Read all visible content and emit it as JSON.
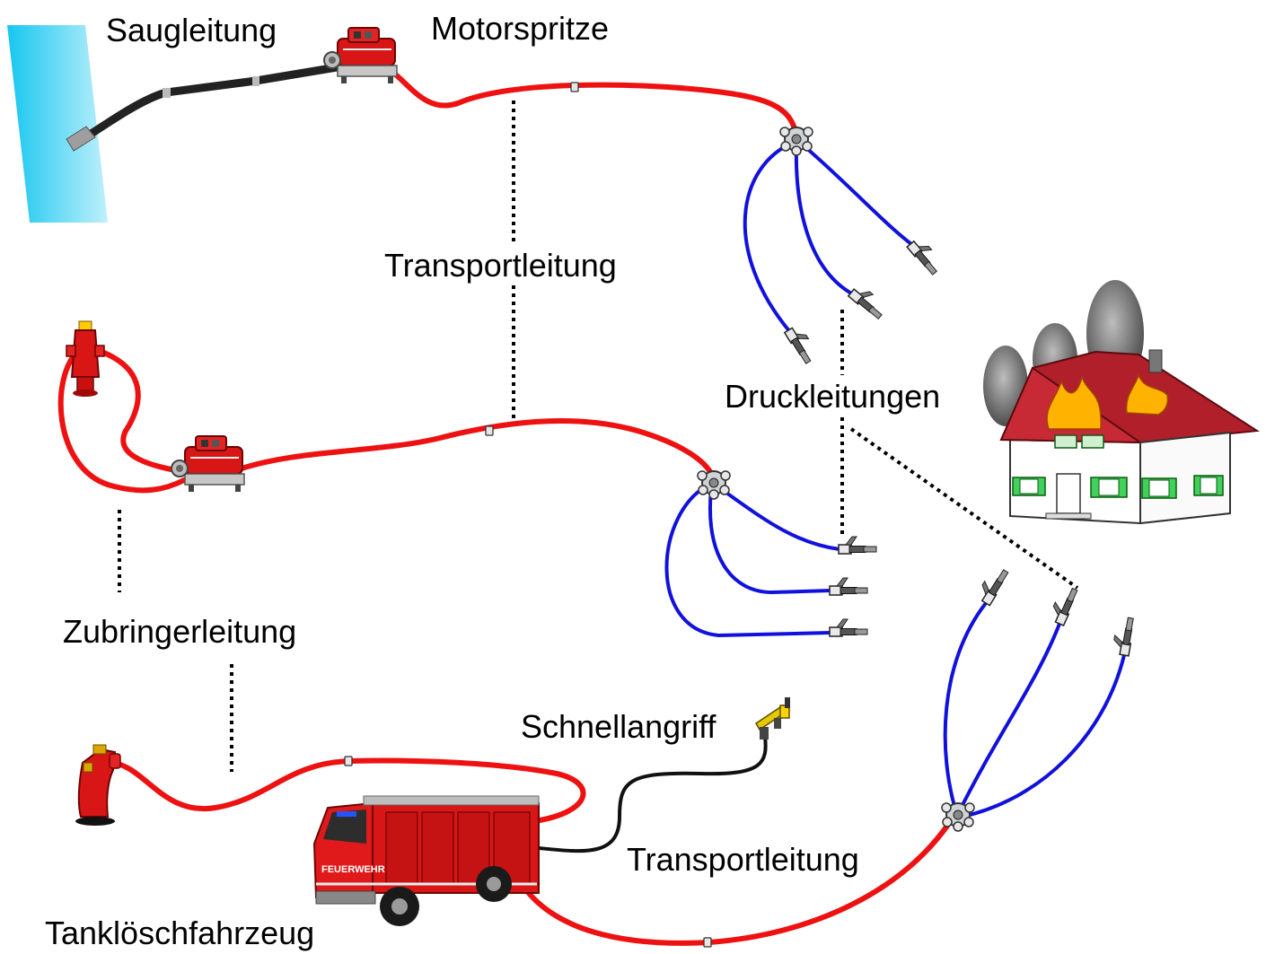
{
  "labels": {
    "saugleitung": "Saugleitung",
    "motorspritze": "Motorspritze",
    "transport_top": "Transportleitung",
    "druckleitungen": "Druckleitungen",
    "zubringer": "Zubringerleitung",
    "schnellangriff": "Schnellangriff",
    "transport_bottom": "Transportleitung",
    "tlf": "Tanklöschfahrzeug",
    "truck_side_text": "FEUERWEHR"
  },
  "colors": {
    "pressure_hose_red": "#ee1111",
    "distribution_hose_blue": "#1111dd",
    "suction_hose_black": "#222222",
    "water_source": "#4dd2f2",
    "fire": "#ffb300",
    "smoke": "#707070",
    "roof": "#b01f2a",
    "shutters": "#2ecc40"
  },
  "icons": [
    "water-source-icon",
    "fire-pump-icon",
    "hydrant-icon",
    "standpipe-icon",
    "distributor-icon",
    "nozzle-icon",
    "fire-truck-icon",
    "burning-house-icon",
    "quick-attack-nozzle-icon"
  ]
}
